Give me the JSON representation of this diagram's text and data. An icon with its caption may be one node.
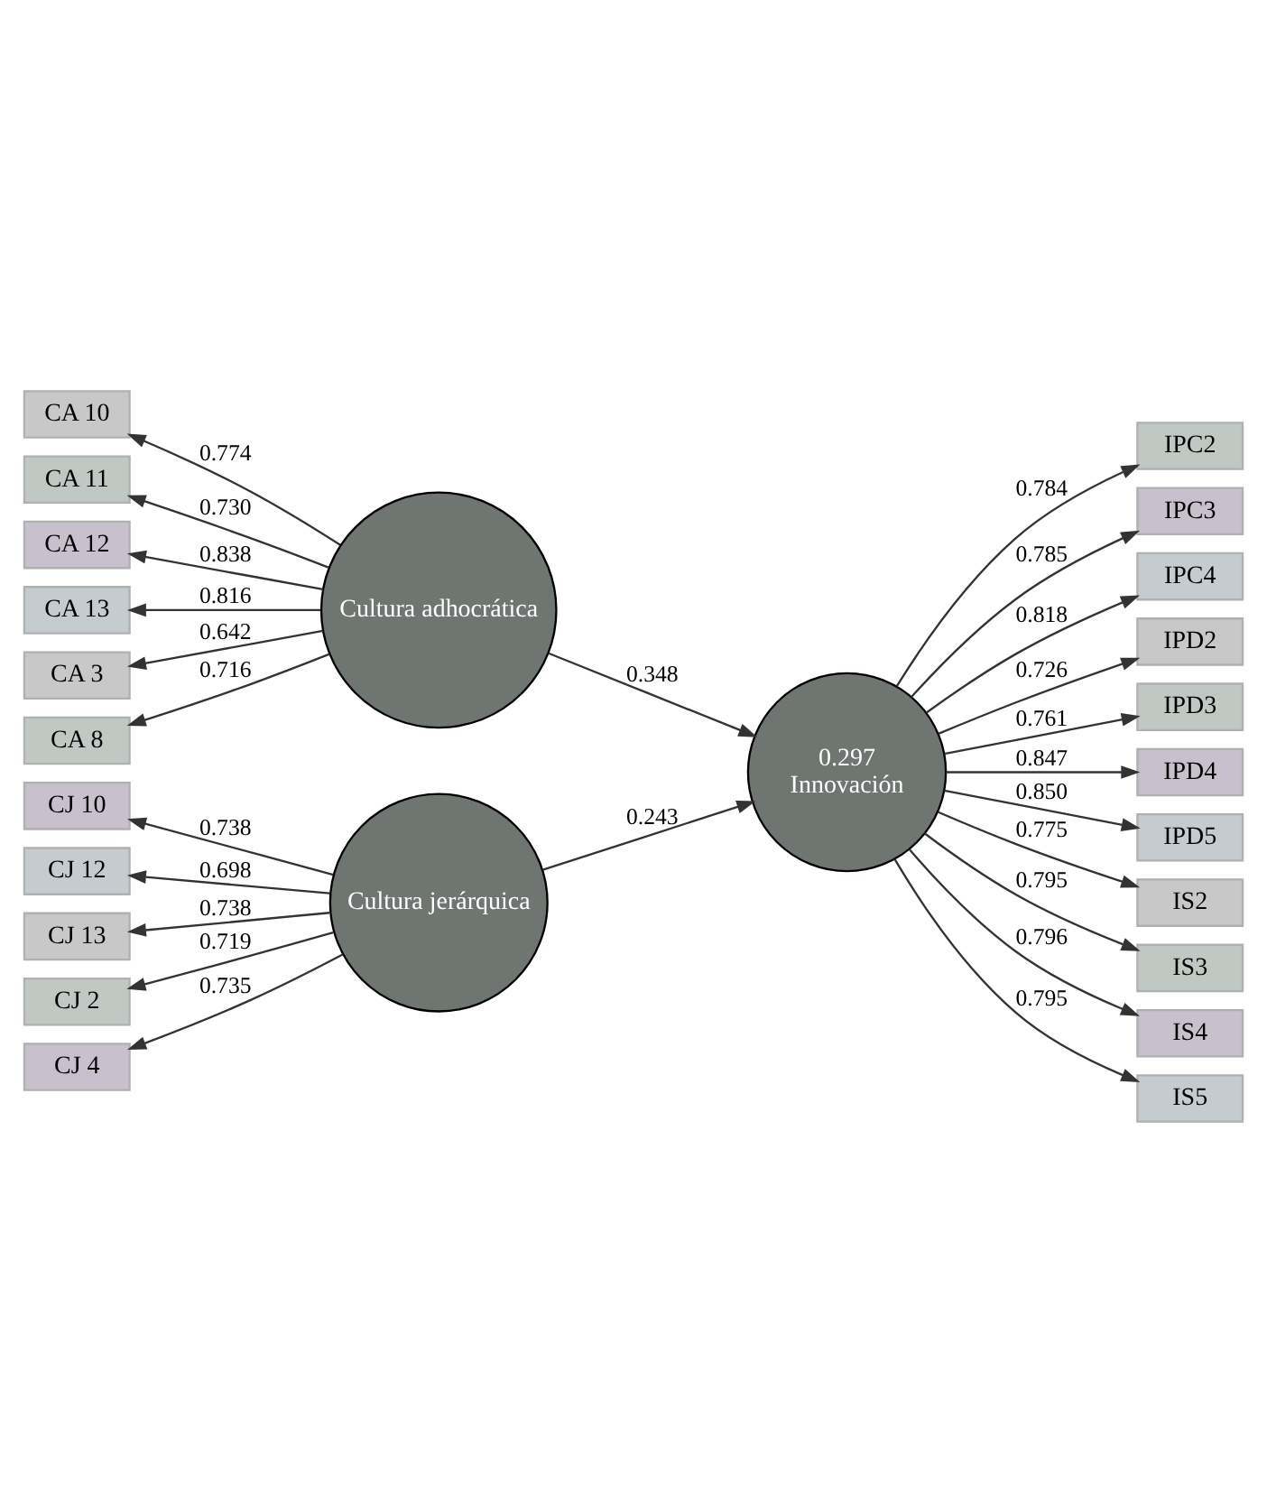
{
  "diagram": {
    "nodes": [
      {
        "text": [
          "0.297",
          "Innovación"
        ]
      },
      {
        "text": [
          "Cultura adhocrática"
        ]
      },
      {
        "text": [
          "Cultura jerárquica"
        ]
      },
      {
        "text": [
          "IPC2"
        ]
      },
      {
        "text": [
          "IPC3"
        ]
      },
      {
        "text": [
          "IPC4"
        ]
      },
      {
        "text": [
          "IPD2"
        ]
      },
      {
        "text": [
          "IPD3"
        ]
      },
      {
        "text": [
          "IPD4"
        ]
      },
      {
        "text": [
          "IPD5"
        ]
      },
      {
        "text": [
          "IS2"
        ]
      },
      {
        "text": [
          "IS3"
        ]
      },
      {
        "text": [
          "IS4"
        ]
      },
      {
        "text": [
          "IS5"
        ]
      },
      {
        "text": [
          "CA 10"
        ]
      },
      {
        "text": [
          "CA 11"
        ]
      },
      {
        "text": [
          "CA 12"
        ]
      },
      {
        "text": [
          "CA 13"
        ]
      },
      {
        "text": [
          "CA 3"
        ]
      },
      {
        "text": [
          "CA 8"
        ]
      },
      {
        "text": [
          "CJ 10"
        ]
      },
      {
        "text": [
          "CJ 12"
        ]
      },
      {
        "text": [
          "CJ 13"
        ]
      },
      {
        "text": [
          "CJ 2"
        ]
      },
      {
        "text": [
          "CJ 4"
        ]
      }
    ],
    "edges": [
      {
        "from": 1,
        "to": 0,
        "arrow": "to",
        "label": "0.348"
      },
      {
        "from": 2,
        "to": 0,
        "arrow": "to",
        "label": "0.243"
      },
      {
        "from": 0,
        "to": 3,
        "arrow": "to",
        "label": "0.784"
      },
      {
        "from": 0,
        "to": 4,
        "arrow": "to",
        "label": "0.785"
      },
      {
        "from": 0,
        "to": 5,
        "arrow": "to",
        "label": "0.818"
      },
      {
        "from": 0,
        "to": 6,
        "arrow": "to",
        "label": "0.726"
      },
      {
        "from": 0,
        "to": 7,
        "arrow": "to",
        "label": "0.761"
      },
      {
        "from": 0,
        "to": 8,
        "arrow": "to",
        "label": "0.847"
      },
      {
        "from": 0,
        "to": 9,
        "arrow": "to",
        "label": "0.850"
      },
      {
        "from": 0,
        "to": 10,
        "arrow": "to",
        "label": "0.775"
      },
      {
        "from": 0,
        "to": 11,
        "arrow": "to",
        "label": "0.795"
      },
      {
        "from": 0,
        "to": 12,
        "arrow": "to",
        "label": "0.796"
      },
      {
        "from": 0,
        "to": 13,
        "arrow": "to",
        "label": "0.795"
      },
      {
        "from": 1,
        "to": 14,
        "arrow": "to",
        "label": "0.774"
      },
      {
        "from": 1,
        "to": 15,
        "arrow": "to",
        "label": "0.730"
      },
      {
        "from": 1,
        "to": 16,
        "arrow": "to",
        "label": "0.838"
      },
      {
        "from": 1,
        "to": 17,
        "arrow": "to",
        "label": "0.816"
      },
      {
        "from": 1,
        "to": 18,
        "arrow": "to",
        "label": "0.642"
      },
      {
        "from": 1,
        "to": 19,
        "arrow": "to",
        "label": "0.716"
      },
      {
        "from": 2,
        "to": 20,
        "arrow": "to",
        "label": "0.738"
      },
      {
        "from": 2,
        "to": 21,
        "arrow": "to",
        "label": "0.698"
      },
      {
        "from": 2,
        "to": 22,
        "arrow": "to",
        "label": "0.738"
      },
      {
        "from": 2,
        "to": 23,
        "arrow": "to",
        "label": "0.719"
      },
      {
        "from": 2,
        "to": 24,
        "arrow": "to",
        "label": "0.735"
      }
    ]
  }
}
